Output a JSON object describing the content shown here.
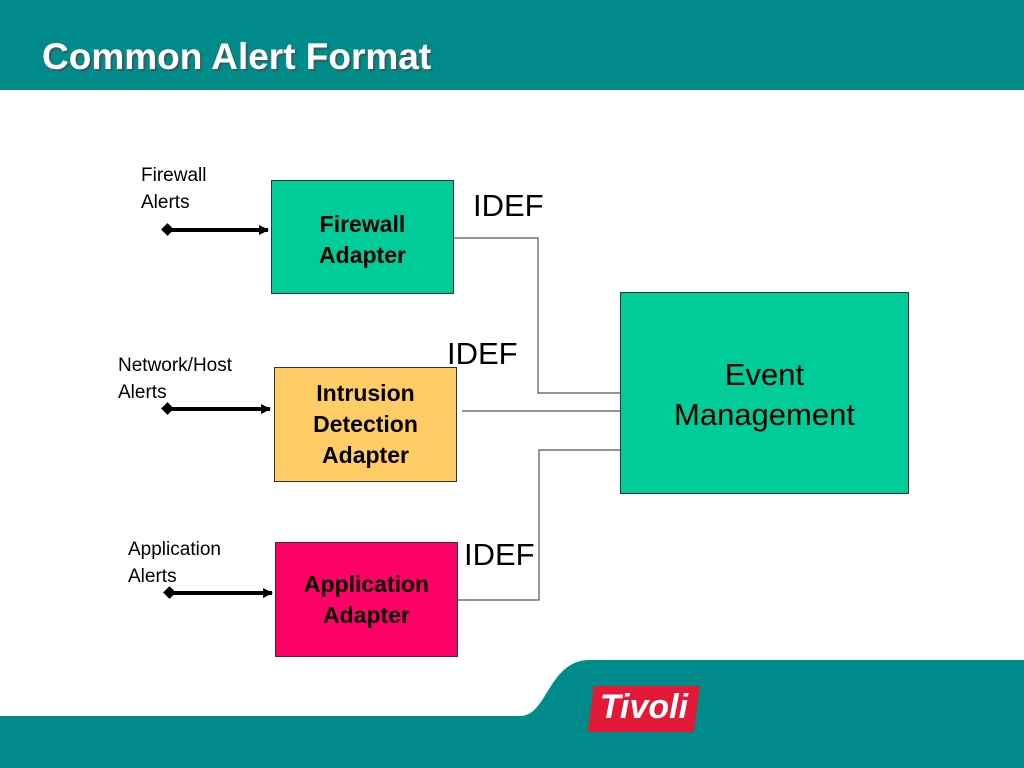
{
  "header": {
    "title": "Common Alert Format"
  },
  "diagram": {
    "sources": [
      {
        "id": "firewall-alerts",
        "lines": [
          "Firewall",
          "Alerts"
        ]
      },
      {
        "id": "network-host-alerts",
        "lines": [
          "Network/Host",
          "Alerts"
        ]
      },
      {
        "id": "application-alerts",
        "lines": [
          "Application",
          "Alerts"
        ]
      }
    ],
    "adapters": [
      {
        "id": "firewall-adapter",
        "lines": [
          "Firewall",
          "Adapter"
        ],
        "color": "#00cc99"
      },
      {
        "id": "intrusion-detection-adapter",
        "lines": [
          "Intrusion",
          "Detection",
          "Adapter"
        ],
        "color": "#ffcc66"
      },
      {
        "id": "application-adapter",
        "lines": [
          "Application",
          "Adapter"
        ],
        "color": "#ff0066"
      }
    ],
    "target": {
      "id": "event-management",
      "lines": [
        "Event",
        "Management"
      ],
      "color": "#00cc99"
    },
    "format_labels": [
      "IDEF",
      "IDEF",
      "IDEF"
    ]
  },
  "footer": {
    "logo_text": "Tivoli",
    "colors": {
      "band": "#008b8b",
      "logo_red": "#e31937"
    }
  }
}
